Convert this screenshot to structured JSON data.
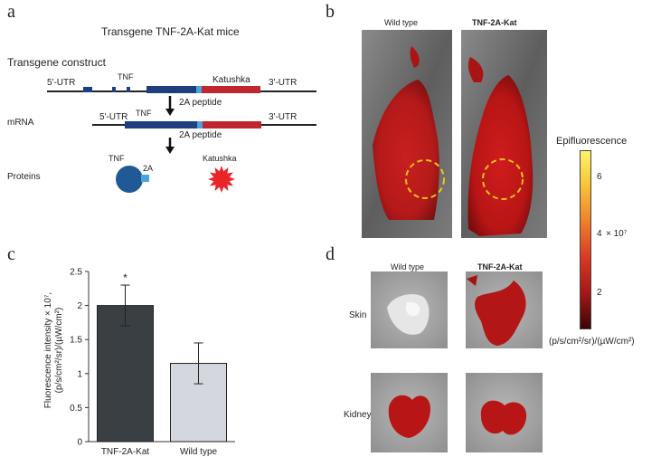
{
  "panel_a": {
    "letter": "a",
    "title": "Transgene TNF-2A-Kat mice",
    "construct_label": "Transgene construct",
    "utr5": "5'-UTR",
    "utr3": "3'-UTR",
    "tnf": "TNF",
    "katushka": "Katushka",
    "peptide": "2A peptide",
    "mrna_label": "mRNA",
    "proteins_label": "Proteins",
    "twoA": "2A",
    "colors": {
      "tnf": "#1d3f7d",
      "katushka": "#c0262d",
      "linker": "#4aa3df",
      "protein_blue": "#1f5a96",
      "protein_red": "#e8252a"
    }
  },
  "panel_b": {
    "letter": "b",
    "wild_type": "Wild type",
    "tnf_kat": "TNF-2A-Kat",
    "colorbar_title": "Epifluorescence",
    "colorbar_ticks": [
      "6",
      "4",
      "2"
    ],
    "colorbar_exponent": "× 10⁷",
    "colorbar_unit": "(p/s/cm²/sr)/(µW/cm²)"
  },
  "panel_c": {
    "letter": "c",
    "ylabel_line1": "Fluorescence intensity × 10⁷,",
    "ylabel_line2": "(p/s/cm²/sr)/(µW/cm²)",
    "significance": "*"
  },
  "panel_d": {
    "letter": "d",
    "wild_type": "Wild type",
    "tnf_kat": "TNF-2A-Kat",
    "row_skin": "Skin",
    "row_kidney": "Kidney"
  },
  "chart_data": {
    "type": "bar",
    "categories": [
      "TNF-2A-Kat",
      "Wild type"
    ],
    "values": [
      2.0,
      1.15
    ],
    "errors": [
      0.3,
      0.3
    ],
    "ylim": [
      0,
      2.5
    ],
    "yticks": [
      0,
      0.5,
      1,
      1.5,
      2,
      2.5
    ],
    "ytick_labels": [
      "0",
      "0.5",
      "1",
      "1.5",
      "2",
      "2.5"
    ],
    "bar_colors": [
      "#3a3f44",
      "#d4d7dd"
    ],
    "grid": false
  }
}
